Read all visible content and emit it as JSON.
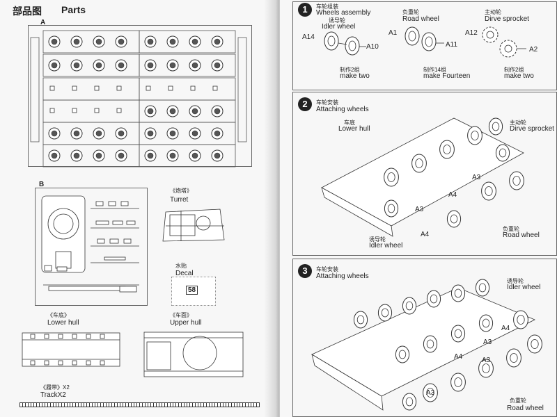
{
  "left": {
    "title_cn": "部品图",
    "title_en": "Parts",
    "sprue_a": "A",
    "sprue_b": "B",
    "turret_cn": "《炮塔》",
    "turret_en": "Turret",
    "decal_cn": "水贴",
    "decal_en": "Decal",
    "decal_number": "58",
    "lower_hull_cn": "《车底》",
    "lower_hull_en": "Lower hull",
    "upper_hull_cn": "《车面》",
    "upper_hull_en": "Upper hull",
    "track_cn": "《履带》X2",
    "track_en": "TrackX2"
  },
  "right": {
    "step1": {
      "number": "1",
      "title_cn": "车轮组装",
      "title_en": "Wheels assembly",
      "idler_cn": "诱导轮",
      "idler_en": "Idler wheel",
      "idler_parts": [
        "A14",
        "A10"
      ],
      "idler_qty_cn": "制作2组",
      "idler_qty_en": "make two",
      "road_cn": "负重轮",
      "road_en": "Road wheel",
      "road_parts": [
        "A1",
        "A11"
      ],
      "road_qty_cn": "制作14组",
      "road_qty_en": "make Fourteen",
      "sprocket_cn": "主动轮",
      "sprocket_en": "Dirve sprocket",
      "sprocket_parts": [
        "A12",
        "A2"
      ],
      "sprocket_qty_cn": "制作2组",
      "sprocket_qty_en": "make two"
    },
    "step2": {
      "number": "2",
      "title_cn": "车轮安装",
      "title_en": "Attaching wheels",
      "lower_hull_cn": "车底",
      "lower_hull_en": "Lower hull",
      "sprocket_cn": "主动轮",
      "sprocket_en": "Dirve sprocket",
      "road_cn": "负重轮",
      "road_en": "Road wheel",
      "idler_cn": "诱导轮",
      "idler_en": "Idler wheel",
      "callouts": [
        "A3",
        "A4",
        "A3",
        "A4"
      ]
    },
    "step3": {
      "number": "3",
      "title_cn": "车轮安装",
      "title_en": "Attaching wheels",
      "idler_cn": "诱导轮",
      "idler_en": "Idler wheel",
      "road_cn": "负重轮",
      "road_en": "Road wheel",
      "callouts": [
        "A4",
        "A3",
        "A4",
        "A3",
        "A3"
      ]
    }
  }
}
